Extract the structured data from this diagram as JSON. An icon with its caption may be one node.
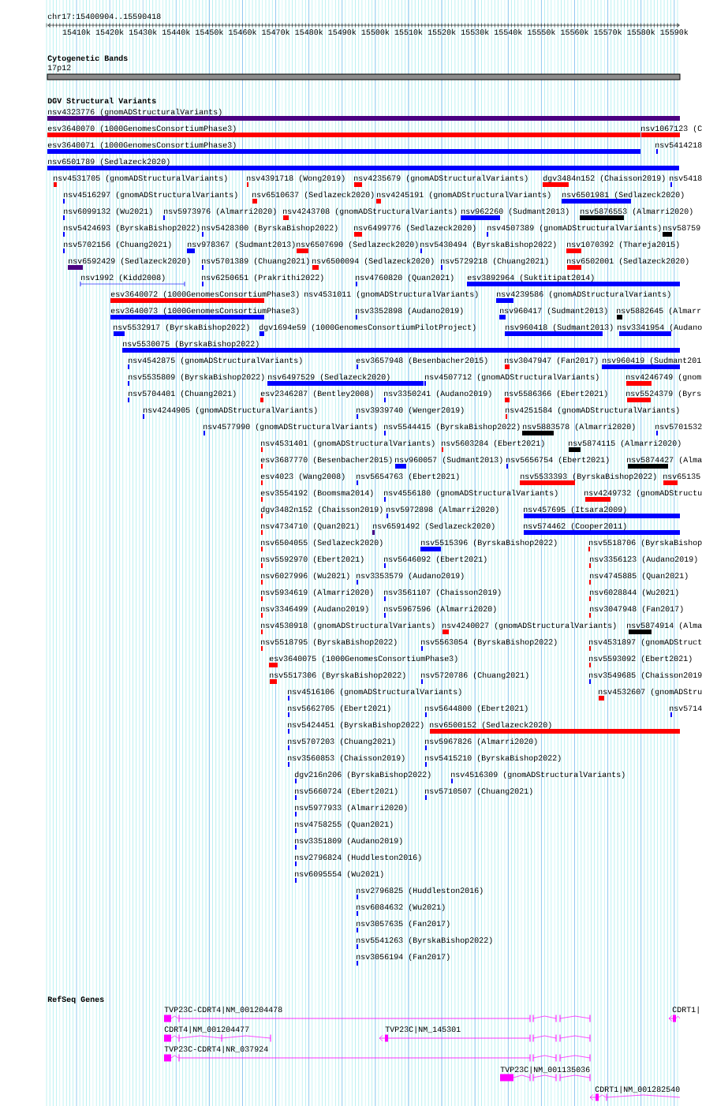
{
  "diagram": {
    "labels": [
      "chr17:15400904..15590418",
      "15410k",
      "15420k",
      "15430k",
      "15440k",
      "15450k",
      "15460k",
      "15470k",
      "15480k",
      "15490k",
      "15500k",
      "15510k",
      "15520k",
      "15530k",
      "15540k",
      "15550k",
      "15560k",
      "15570k",
      "15580k",
      "15590k",
      "Cytogenetic Bands",
      "17p12",
      "DGV Structural Variants",
      "nsv4323776 (gnomADStructuralVariants)",
      "esv3640070 (1000GenomesConsortiumPhase3)",
      "nsv1067123 (C",
      "esv3640071 (1000GenomesConsortiumPhase3)",
      "nsv5414218",
      "nsv6501789 (Sedlazeck2020)",
      "nsv4531705 (gnomADStructuralVariants)",
      "nsv4391718 (Wong2019)",
      "nsv4235679 (gnomADStructuralVariants)",
      "dgv3484n152 (Chaisson2019)",
      "nsv5418",
      "nsv4516297 (gnomADStructuralVariants)",
      "nsv6510637 (Sedlazeck2020)",
      "nsv4245191 (gnomADStructuralVariants)",
      "nsv6501981 (Sedlazeck2020)",
      "nsv6099132 (Wu2021)",
      "nsv5973976 (Almarri2020)",
      "nsv4243708 (gnomADStructuralVariants)",
      "nsv962260 (Sudmant2013)",
      "nsv5876553 (Almarri2020)",
      "nsv5424693 (ByrskaBishop2022)",
      "nsv5428300 (ByrskaBishop2022)",
      "nsv6499776 (Sedlazeck2020)",
      "nsv4507389 (gnomADStructuralVariants)",
      "nsv58759",
      "nsv5702156 (Chuang2021)",
      "nsv978367 (Sudmant2013)",
      "nsv6507690 (Sedlazeck2020)",
      "nsv5430494 (ByrskaBishop2022)",
      "nsv1070392 (Thareja2015)",
      "nsv6592429 (Sedlazeck2020)",
      "nsv5701389 (Chuang2021)",
      "nsv6500094 (Sedlazeck2020)",
      "nsv5729218 (Chuang2021)",
      "nsv6502001 (Sedlazeck2020)",
      "nsv1992 (Kidd2008)",
      "nsv6250651 (Prakrithi2022)",
      "nsv4760820 (Quan2021)",
      "esv3892964 (Suktitipat2014)",
      "esv3640072 (1000GenomesConsortiumPhase3)",
      "nsv4531011 (gnomADStructuralVariants)",
      "nsv4239586 (gnomADStructuralVariants)",
      "esv3640073 (1000GenomesConsortiumPhase3)",
      "nsv3352898 (Audano2019)",
      "nsv960417 (Sudmant2013)",
      "nsv5882645 (Almarr",
      "nsv5532917 (ByrskaBishop2022)",
      "dgv1694e59 (1000GenomesConsortiumPilotProject)",
      "nsv960418 (Sudmant2013)",
      "nsv3341954 (Audano",
      "nsv5530075 (ByrskaBishop2022)",
      "nsv4542875 (gnomADStructuralVariants)",
      "esv3657948 (Besenbacher2015)",
      "nsv3047947 (Fan2017)",
      "nsv960419 (Sudmant201",
      "nsv5535809 (ByrskaBishop2022)",
      "nsv6497529 (Sedlazeck2020)",
      "nsv4507712 (gnomADStructuralVariants)",
      "nsv4246749 (gnom",
      "nsv5704401 (Chuang2021)",
      "esv2346287 (Bentley2008)",
      "nsv3350241 (Audano2019)",
      "nsv5586366 (Ebert2021)",
      "nsv5524379 (Byrs",
      "nsv4244905 (gnomADStructuralVariants)",
      "nsv3939740 (Wenger2019)",
      "nsv4251584 (gnomADStructuralVariants)",
      "nsv4577990 (gnomADStructuralVariants)",
      "nsv5544415 (ByrskaBishop2022)",
      "nsv5883578 (Almarri2020)",
      "nsv5701532",
      "nsv4531401 (gnomADStructuralVariants)",
      "nsv5603284 (Ebert2021)",
      "nsv5874115 (Almarri2020)",
      "esv3687770 (Besenbacher2015)",
      "nsv960057 (Sudmant2013)",
      "nsv5656754 (Ebert2021)",
      "nsv5874427 (Alma",
      "esv4023 (Wang2008)",
      "nsv5654763 (Ebert2021)",
      "nsv5533393 (ByrskaBishop2022)",
      "nsv65135",
      "esv3554192 (Boomsma2014)",
      "nsv4556180 (gnomADStructuralVariants)",
      "nsv4249732 (gnomADStructu",
      "dgv3482n152 (Chaisson2019)",
      "nsv5972898 (Almarri2020)",
      "nsv457695 (Itsara2009)",
      "nsv4734710 (Quan2021)",
      "nsv6591492 (Sedlazeck2020)",
      "nsv574462 (Cooper2011)",
      "nsv6504055 (Sedlazeck2020)",
      "nsv5515396 (ByrskaBishop2022)",
      "nsv5518706 (ByrskaBishop",
      "nsv5592970 (Ebert2021)",
      "nsv5646092 (Ebert2021)",
      "nsv3356123 (Audano2019)",
      "nsv6027996 (Wu2021)",
      "nsv3353579 (Audano2019)",
      "nsv4745885 (Quan2021)",
      "nsv5934619 (Almarri2020)",
      "nsv3561107 (Chaisson2019)",
      "nsv6028844 (Wu2021)",
      "nsv3346499 (Audano2019)",
      "nsv5967596 (Almarri2020)",
      "nsv3047948 (Fan2017)",
      "nsv4530918 (gnomADStructuralVariants)",
      "nsv4240027 (gnomADStructuralVariants)",
      "nsv5874914 (Alma",
      "nsv5518795 (ByrskaBishop2022)",
      "nsv5563054 (ByrskaBishop2022)",
      "nsv4531897 (gnomADStruct",
      "esv3640075 (1000GenomesConsortiumPhase3)",
      "nsv5593092 (Ebert2021)",
      "nsv5517306 (ByrskaBishop2022)",
      "nsv5720786 (Chuang2021)",
      "nsv3549685 (Chaisson2019",
      "nsv4516106 (gnomADStructuralVariants)",
      "nsv4532607 (gnomADStru",
      "nsv5662705 (Ebert2021)",
      "nsv5644800 (Ebert2021)",
      "nsv5714",
      "nsv5424451 (ByrskaBishop2022)",
      "nsv6500152 (Sedlazeck2020)",
      "nsv5707203 (Chuang2021)",
      "nsv5967826 (Almarri2020)",
      "nsv3560853 (Chaisson2019)",
      "nsv5415210 (ByrskaBishop2022)",
      "dgv216n206 (ByrskaBishop2022)",
      "nsv4516309 (gnomADStructuralVariants)",
      "nsv5660724 (Ebert2021)",
      "nsv5710507 (Chuang2021)",
      "nsv5977933 (Almarri2020)",
      "nsv4758255 (Quan2021)",
      "nsv3351809 (Audano2019)",
      "nsv2796824 (Huddleston2016)",
      "nsv6095554 (Wu2021)",
      "nsv2796825 (Huddleston2016)",
      "nsv6084632 (Wu2021)",
      "nsv3057635 (Fan2017)",
      "nsv5541263 (ByrskaBishop2022)",
      "nsv3056194 (Fan2017)",
      "RefSeq Genes",
      "TVP23C-CDRT4|NM_001204478",
      "CDRT1|",
      "CDRT4|NM_001204477",
      "TVP23C|NM_145301",
      "TVP23C-CDRT4|NR_037924",
      "TVP23C|NM_001135036",
      "CDRT1|NM_001282540"
    ]
  }
}
